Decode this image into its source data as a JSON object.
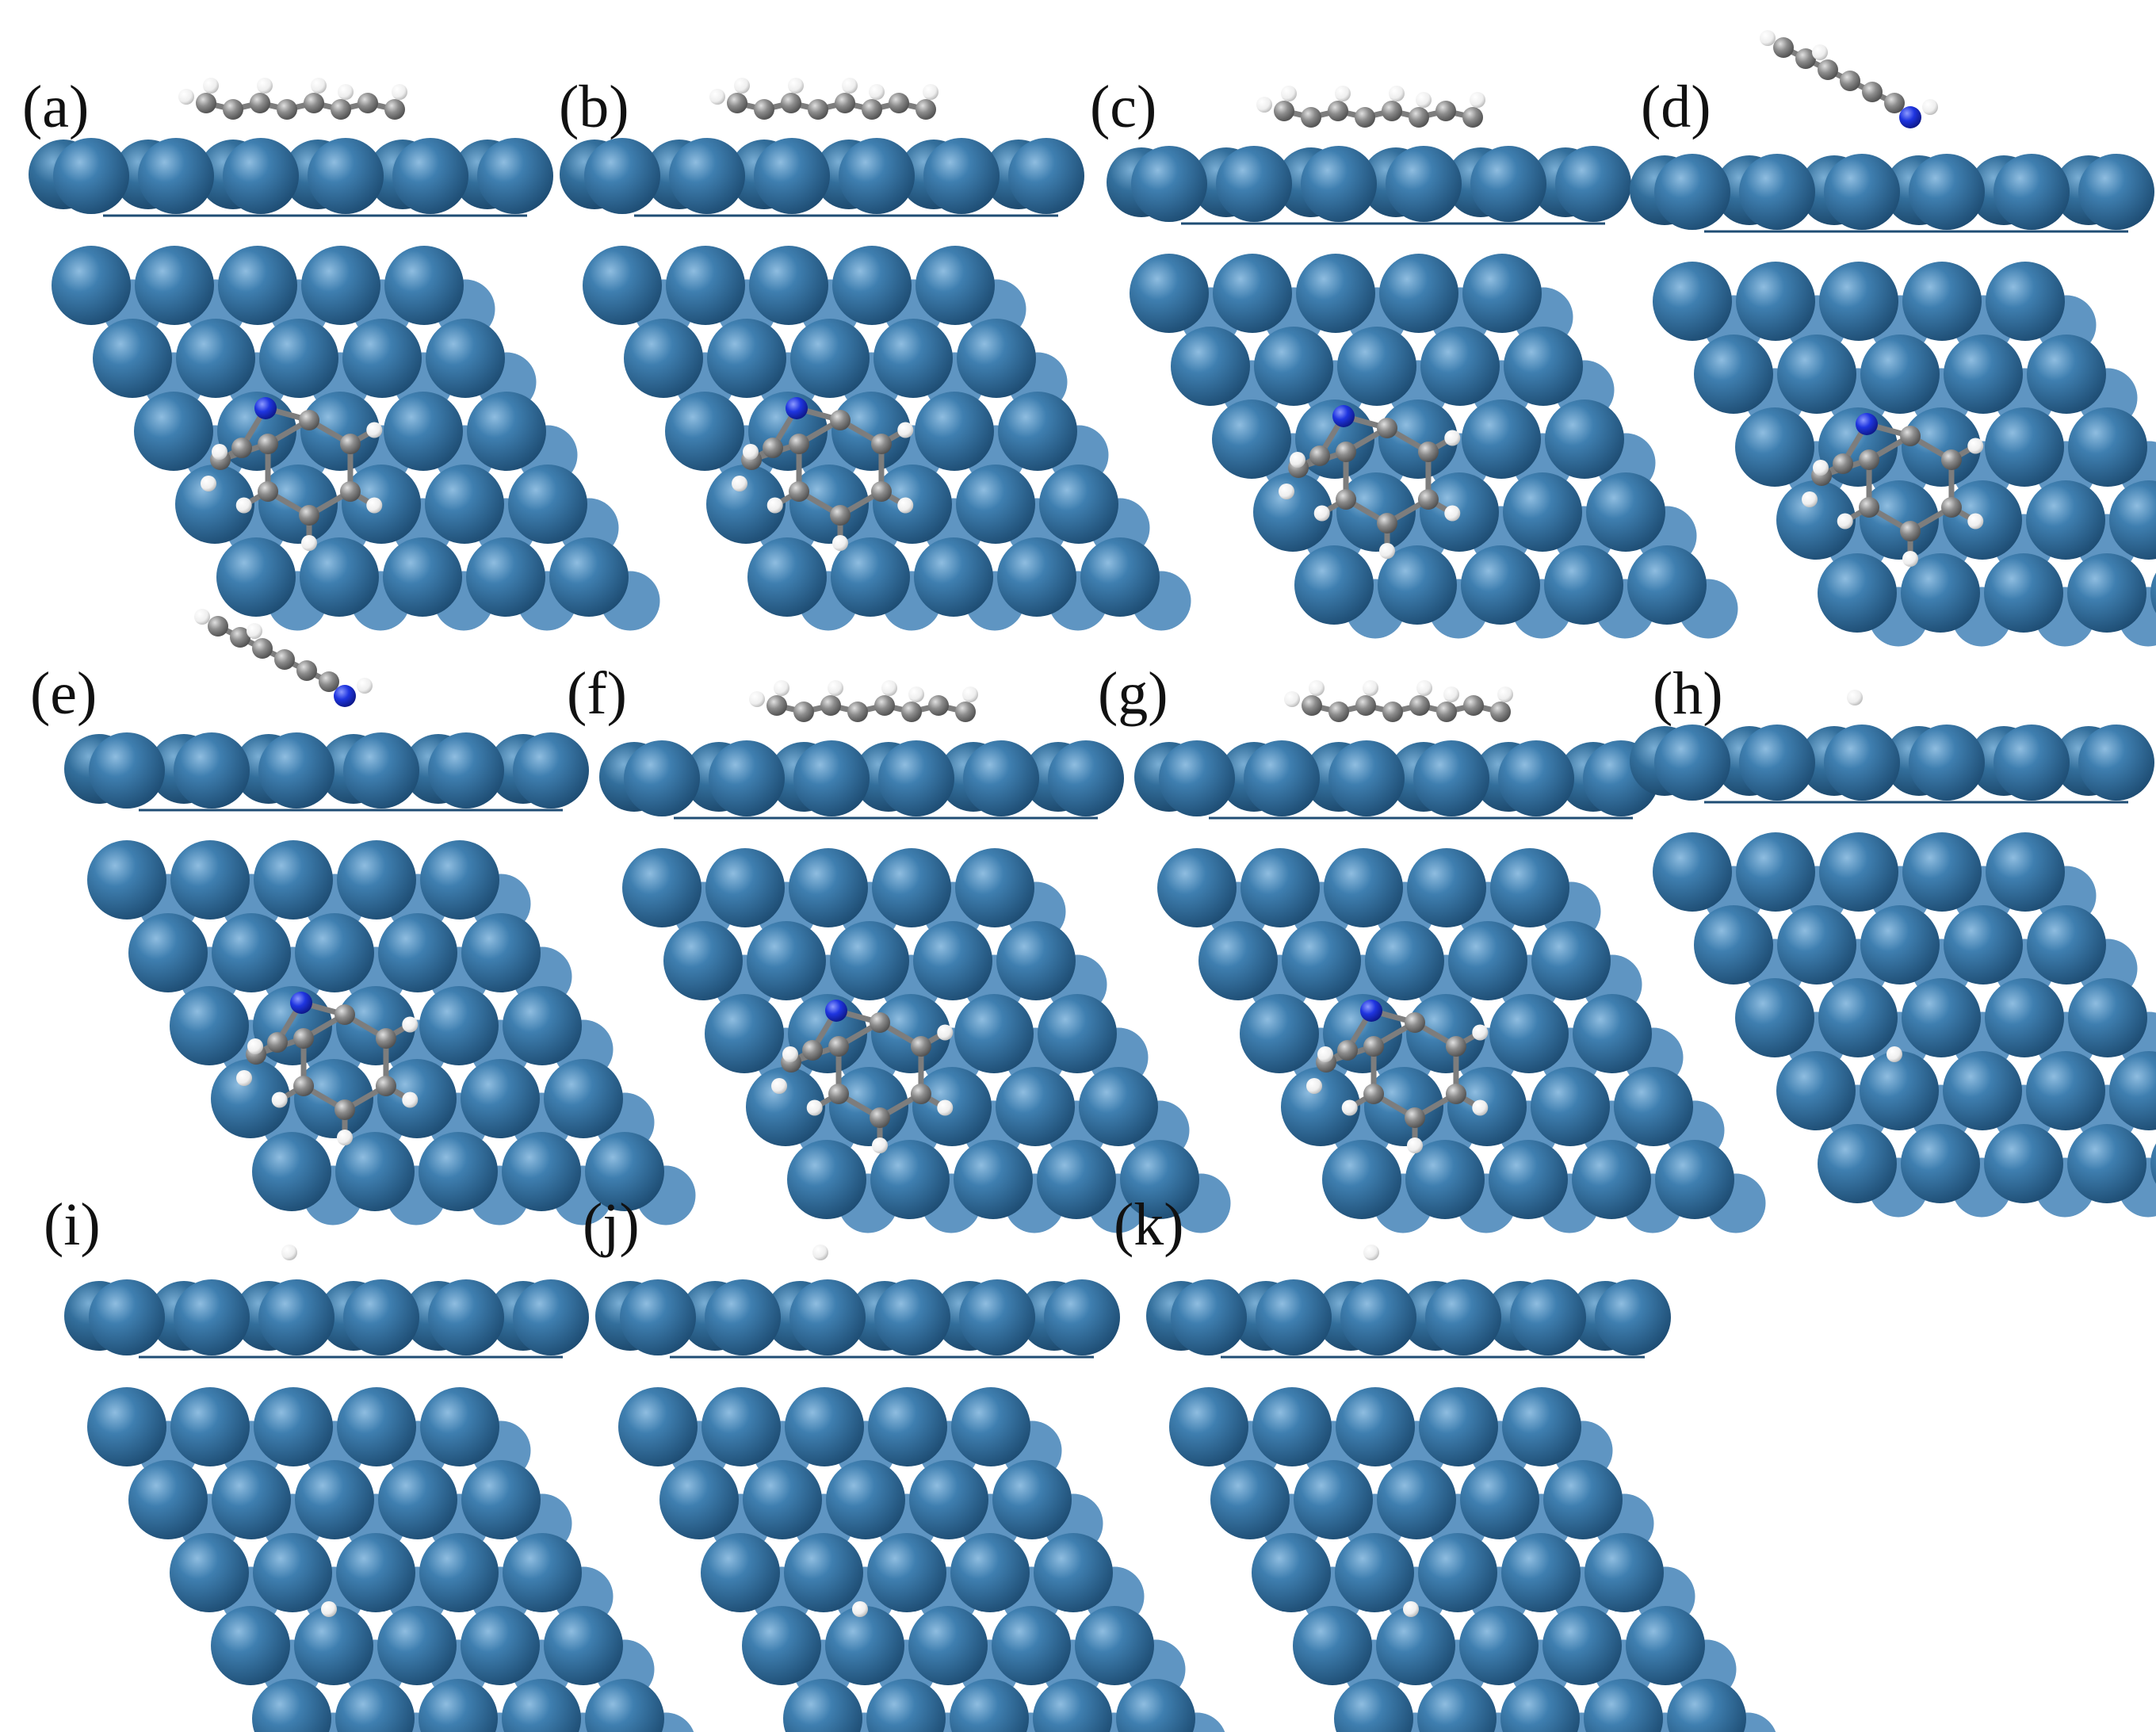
{
  "figure": {
    "panels": [
      {
        "label": "(a)",
        "hasMolecule": true,
        "moleculeKind": "flat",
        "hasH": false,
        "tiltedSide": false
      },
      {
        "label": "(b)",
        "hasMolecule": true,
        "moleculeKind": "flat",
        "hasH": false,
        "tiltedSide": false
      },
      {
        "label": "(c)",
        "hasMolecule": true,
        "moleculeKind": "flat",
        "hasH": false,
        "tiltedSide": false
      },
      {
        "label": "(d)",
        "hasMolecule": true,
        "moleculeKind": "tilted",
        "hasH": false,
        "tiltedSide": true
      },
      {
        "label": "(e)",
        "hasMolecule": true,
        "moleculeKind": "tilted",
        "hasH": false,
        "tiltedSide": true
      },
      {
        "label": "(f)",
        "hasMolecule": true,
        "moleculeKind": "partially-hydrogenated",
        "hasH": false,
        "tiltedSide": false
      },
      {
        "label": "(g)",
        "hasMolecule": true,
        "moleculeKind": "fully-hydrogenated",
        "hasH": false,
        "tiltedSide": false
      },
      {
        "label": "(h)",
        "hasMolecule": false,
        "moleculeKind": "none",
        "hasH": true,
        "tiltedSide": false
      },
      {
        "label": "(i)",
        "hasMolecule": false,
        "moleculeKind": "none",
        "hasH": true,
        "tiltedSide": false
      },
      {
        "label": "(j)",
        "hasMolecule": false,
        "moleculeKind": "none",
        "hasH": true,
        "tiltedSide": false
      },
      {
        "label": "(k)",
        "hasMolecule": false,
        "moleculeKind": "none",
        "hasH": true,
        "tiltedSide": false
      }
    ],
    "colors": {
      "metal": "#2f6a9a",
      "metalDark": "#1f4d74",
      "metalLight": "#9cc6e6",
      "carbon": "#8a8a8a",
      "nitrogen": "#1a2fd8",
      "hydrogen": "#f2f2f2"
    }
  }
}
